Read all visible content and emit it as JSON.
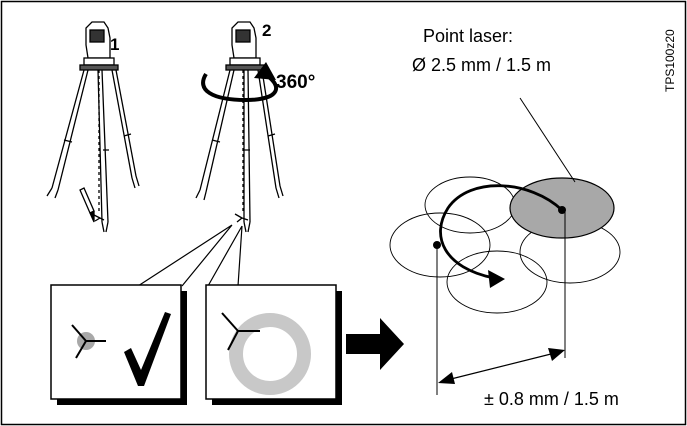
{
  "labels": {
    "step1": "1",
    "step2": "2",
    "rotation": "360°",
    "laser_title": "Point laser:",
    "laser_spec": "Ø 2.5 mm / 1.5 m",
    "tolerance": "± 0.8 mm / 1.5 m",
    "figure_code": "TPS100z20"
  },
  "colors": {
    "line": "#000000",
    "grey_fill": "#a8a8a8",
    "light_grey": "#c8c8c8",
    "background": "#ffffff"
  },
  "icons": {
    "check": "check-icon",
    "arrow": "right-arrow-icon",
    "crosshair": "crosshair-icon"
  }
}
